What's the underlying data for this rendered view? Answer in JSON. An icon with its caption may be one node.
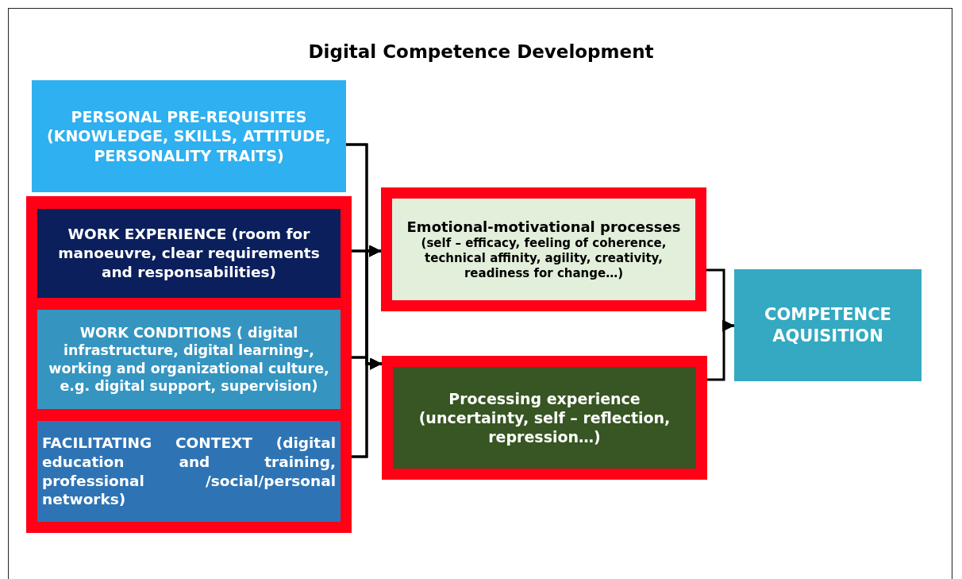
{
  "diagram": {
    "title": "Digital Competence Development",
    "nodes": [
      {
        "text": [
          "PERSONAL PRE-REQUISITES (KNOWLEDGE, SKILLS, ATTITUDE, PERSONALITY TRAITS)"
        ]
      },
      {
        "text": [],
        "shape": "box"
      },
      {
        "text": [
          "WORK EXPERIENCE (room for manoeuvre, clear requirements and responsabilities)"
        ],
        "in": 1
      },
      {
        "text": [
          "WORK CONDITIONS ( digital infrastructure, digital learning-, working and organizational culture, e.g. digital support, supervision)"
        ],
        "in": 1
      },
      {
        "text": [
          "FACILITATING CONTEXT (digital education and training, professional /social/personal networks)"
        ],
        "in": 1
      },
      {
        "text": [
          "**Emotional-motivational processes** (self – efficacy, feeling of coherence, technical affinity, agility, creativity, readiness for change…)"
        ]
      },
      {
        "text": [
          "Processing experience (uncertainty, self – reflection, repression…)"
        ]
      },
      {
        "text": [
          "COMPETENCE AQUISITION"
        ]
      }
    ],
    "edges": [
      {
        "from": 0,
        "to": 5,
        "arrow": "to"
      },
      {
        "from": 0,
        "to": 6,
        "arrow": "to"
      },
      {
        "from": 2,
        "to": 5,
        "arrow": "to"
      },
      {
        "from": 2,
        "to": 6,
        "arrow": "to"
      },
      {
        "from": 3,
        "to": 5,
        "arrow": "to"
      },
      {
        "from": 3,
        "to": 6,
        "arrow": "to"
      },
      {
        "from": 4,
        "to": 5,
        "arrow": "to"
      },
      {
        "from": 4,
        "to": 6,
        "arrow": "to"
      },
      {
        "from": 5,
        "to": 7,
        "arrow": "to"
      },
      {
        "from": 6,
        "to": 7,
        "arrow": "to"
      }
    ]
  }
}
